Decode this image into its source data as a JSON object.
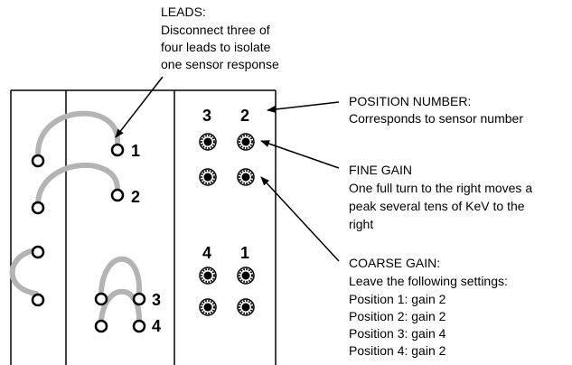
{
  "annotations": {
    "leads": {
      "title": "LEADS:",
      "lines": [
        "Disconnect three of",
        "four leads to isolate",
        "one sensor response"
      ]
    },
    "position_number": {
      "title": "POSITION NUMBER:",
      "lines": [
        "Corresponds to sensor number"
      ]
    },
    "fine_gain": {
      "title": "FINE GAIN",
      "lines": [
        "One full turn to the right moves a",
        "peak several tens of KeV to the",
        "right"
      ]
    },
    "coarse_gain": {
      "title": "COARSE GAIN:",
      "lines": [
        "Leave the following settings:",
        "Position 1: gain 2",
        "Position 2: gain 2",
        "Position 3: gain 4",
        "Position 4: gain 2"
      ]
    }
  },
  "lead_numbers": [
    "1",
    "2",
    "3",
    "4"
  ],
  "position_numbers": {
    "top_left": "3",
    "top_right": "2",
    "bottom_left": "4",
    "bottom_right": "1"
  },
  "colors": {
    "wire": "#b4b4b4",
    "line": "#000000",
    "background": "#ffffff"
  }
}
